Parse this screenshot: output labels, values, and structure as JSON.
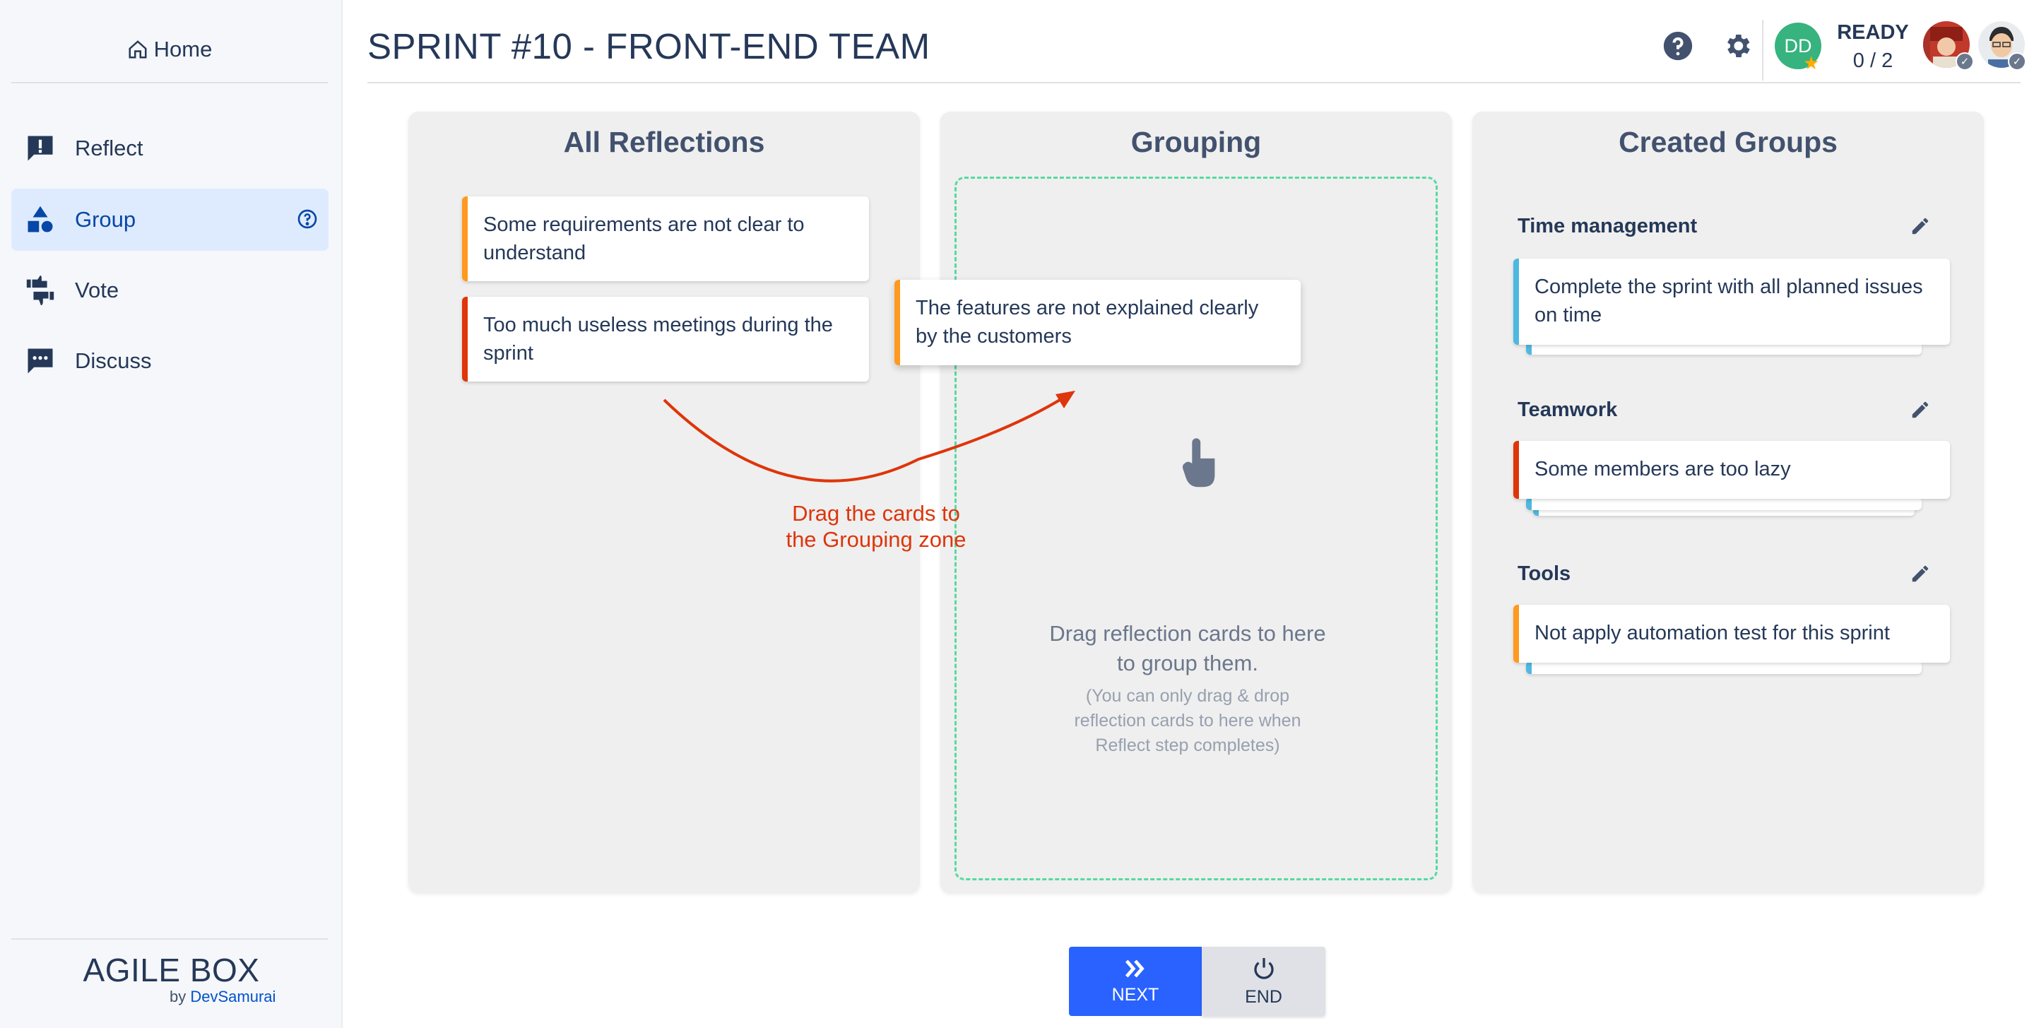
{
  "sidebar": {
    "home_label": "Home",
    "items": [
      {
        "label": "Reflect",
        "icon": "exclamation-comment-icon"
      },
      {
        "label": "Group",
        "icon": "shapes-icon",
        "active": true
      },
      {
        "label": "Vote",
        "icon": "thumbs-icon"
      },
      {
        "label": "Discuss",
        "icon": "chat-icon"
      }
    ],
    "brand": "AGILE BOX",
    "brand_by": "by",
    "brand_company": "DevSamurai"
  },
  "header": {
    "title": "SPRINT #10 - FRONT-END TEAM",
    "avatar_initials": "DD",
    "ready_label": "READY",
    "ready_count": "0 / 2"
  },
  "columns": {
    "all_reflections": {
      "title": "All Reflections",
      "cards": [
        {
          "text": "Some requirements are not clear to understand",
          "color": "#ff991f"
        },
        {
          "text": "Too much useless meetings during the sprint",
          "color": "#de350b"
        }
      ]
    },
    "grouping": {
      "title": "Grouping",
      "dragged_card": {
        "text": "The features are not explained clearly by the customers",
        "color": "#ff991f"
      },
      "hint_main": "Drag reflection cards to here to group them.",
      "hint_sub": "(You can only drag & drop reflection cards to here when Reflect step completes)"
    },
    "created_groups": {
      "title": "Created Groups",
      "groups": [
        {
          "name": "Time management",
          "card": "Complete the sprint with all planned issues on time",
          "color": "#4fb8e0"
        },
        {
          "name": "Teamwork",
          "card": "Some members are too lazy",
          "color": "#de350b"
        },
        {
          "name": "Tools",
          "card": "Not apply automation test for this sprint",
          "color": "#ff991f"
        }
      ]
    }
  },
  "annotation": "Drag the cards to the Grouping zone",
  "footer": {
    "next_label": "NEXT",
    "end_label": "END"
  }
}
